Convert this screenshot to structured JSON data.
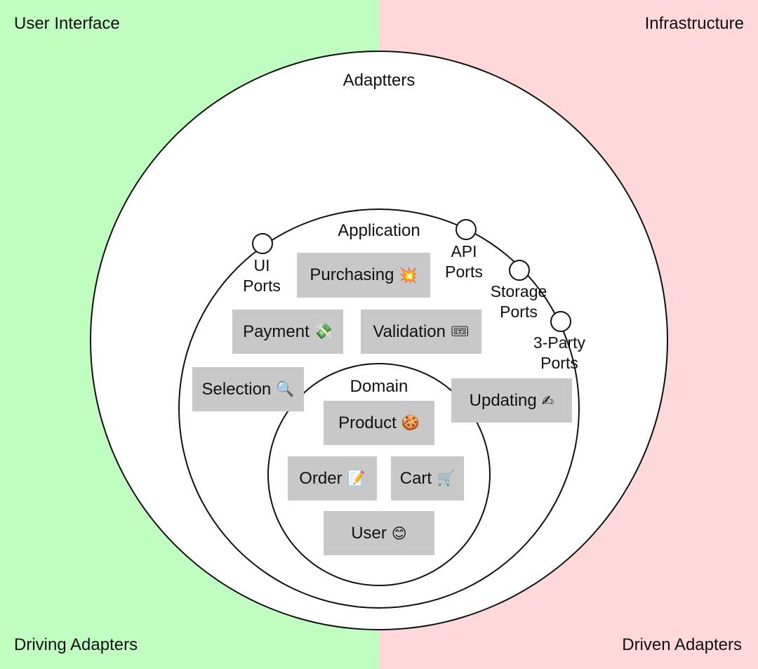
{
  "corners": {
    "top_left": "User Interface",
    "top_right": "Infrastructure",
    "bottom_left": "Driving Adapters",
    "bottom_right": "Driven Adapters"
  },
  "layers": {
    "adapters": "Adaptters",
    "application": "Application",
    "domain": "Domain"
  },
  "ports": {
    "ui": [
      "UI",
      "Ports"
    ],
    "api": [
      "API",
      "Ports"
    ],
    "storage": [
      "Storage",
      "Ports"
    ],
    "third_party": [
      "3-Party",
      "Ports"
    ]
  },
  "application_boxes": {
    "purchasing": {
      "label": "Purchasing",
      "emoji": "💥"
    },
    "payment": {
      "label": "Payment",
      "emoji": "💸"
    },
    "validation": {
      "label": "Validation",
      "emoji": "🎟"
    },
    "selection": {
      "label": "Selection",
      "emoji": "🔍"
    },
    "updating": {
      "label": "Updating",
      "emoji": "✍"
    }
  },
  "domain_boxes": {
    "product": {
      "label": "Product",
      "emoji": "🍪"
    },
    "order": {
      "label": "Order",
      "emoji": "📝"
    },
    "cart": {
      "label": "Cart",
      "emoji": "🛒"
    },
    "user": {
      "label": "User",
      "emoji": "😊"
    }
  },
  "colors": {
    "driving_side": "#c1fec1",
    "driven_side": "#ffd9d9",
    "box_fill": "#c8c8c8"
  }
}
